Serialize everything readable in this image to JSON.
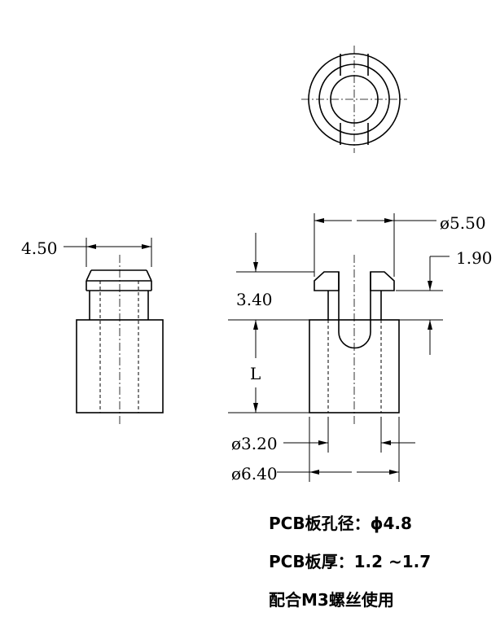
{
  "dimensions": {
    "left_width": "4.50",
    "outer_diameter_top": "ø5.50",
    "flange_height": "1.90",
    "neck_height": "3.40",
    "length": "L",
    "inner_diameter": "ø3.20",
    "body_diameter": "ø6.40"
  },
  "notes": {
    "hole": "PCB板孔径：ϕ4.8",
    "thickness": "PCB板厚：1.2 ~1.7",
    "screw": "配合M3螺丝使用"
  }
}
